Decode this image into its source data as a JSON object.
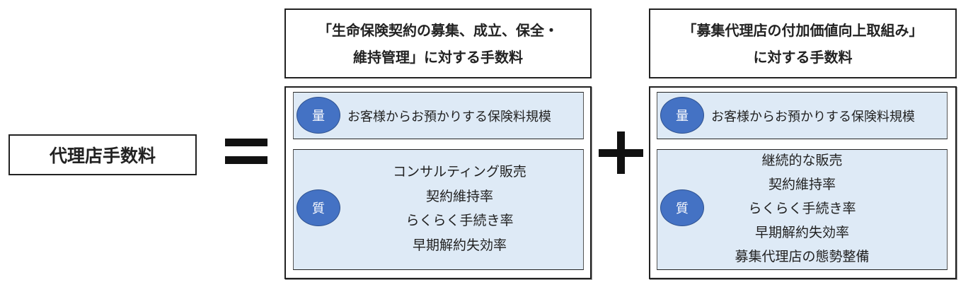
{
  "lhs_label": "代理店手数料",
  "operators": {
    "equals": "=",
    "plus": "+"
  },
  "left": {
    "header": [
      "「生命保険契約の募集、成立、保全・",
      "維持管理」に対する手数料"
    ],
    "quantity": {
      "badge": "量",
      "text": "お客様からお預かりする保険料規模"
    },
    "quality": {
      "badge": "質",
      "items": [
        "コンサルティング販売",
        "契約維持率",
        "らくらく手続き率",
        "早期解約失効率"
      ]
    }
  },
  "right": {
    "header": [
      "「募集代理店の付加価値向上取組み」",
      "に対する手数料"
    ],
    "quantity": {
      "badge": "量",
      "text": "お客様からお預かりする保険料規模"
    },
    "quality": {
      "badge": "質",
      "items": [
        "継続的な販売",
        "契約維持率",
        "らくらく手続き率",
        "早期解約失効率",
        "募集代理店の態勢整備"
      ]
    }
  },
  "colors": {
    "badge": "#4472c4",
    "panel": "#deeaf6"
  }
}
